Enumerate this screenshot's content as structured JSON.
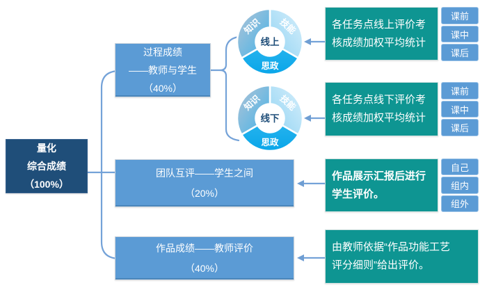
{
  "palette": {
    "root_bg": "#1F4E79",
    "branch_bg": "#5B9BD5",
    "result_bg": "#0E9592",
    "tag_bg": "#5B9BD5",
    "connector": "#74A2D8",
    "donut_knowledge": "#9BC8E8",
    "donut_skill": "#A9DCF7",
    "donut_ideology": "#0FAAEB",
    "donut_center_text": "#1F4E79"
  },
  "root_box": {
    "text": "量化\n综合成绩\n（100%）"
  },
  "branch_boxes": [
    {
      "text": "过程成绩\n——教师与学生\n（40%）"
    },
    {
      "text": "团队互评——学生之间\n（20%）"
    },
    {
      "text": "作品成绩——教师评价\n（40%）"
    }
  ],
  "donut_charts": [
    {
      "center_label": "线上",
      "segments": [
        "知识",
        "技能",
        "思政"
      ]
    },
    {
      "center_label": "线下",
      "segments": [
        "知识",
        "技能",
        "思政"
      ]
    }
  ],
  "result_boxes": [
    {
      "text": "各任务点线上评价考\n核成绩加权平均统计",
      "tags": [
        "课前",
        "课中",
        "课后"
      ]
    },
    {
      "text": "各任务点线下评价考\n核成绩加权平均统计",
      "tags": [
        "课前",
        "课中",
        "课后"
      ]
    },
    {
      "text": "作品展示汇报后进行\n学生评价。",
      "tags": [
        "自己",
        "组内",
        "组外"
      ]
    },
    {
      "text": "由教师依据“作品功能工艺\n评分细则”给出评价。",
      "tags": []
    }
  ]
}
